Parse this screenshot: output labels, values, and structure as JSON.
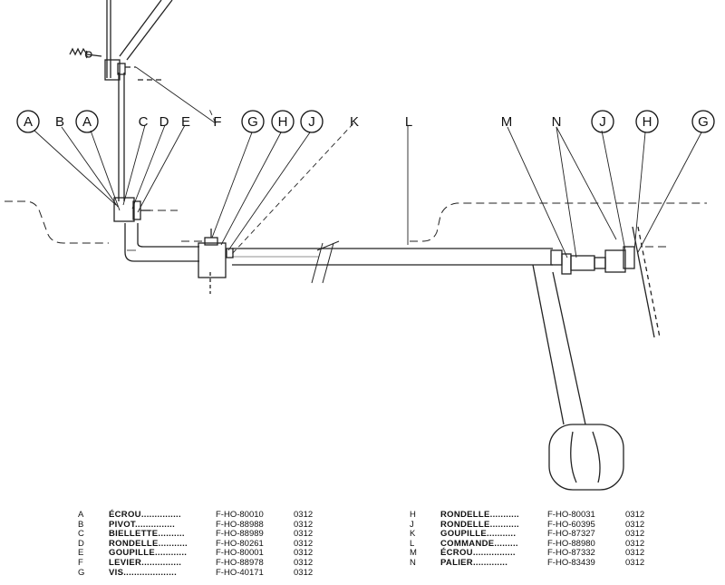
{
  "callouts": {
    "A1": "A",
    "B": "B",
    "A2": "A",
    "C": "C",
    "D": "D",
    "E": "E",
    "F": "F",
    "G1": "G",
    "H1": "H",
    "J1": "J",
    "K": "K",
    "L": "L",
    "M": "M",
    "N": "N",
    "J2": "J",
    "H2": "H",
    "G2": "G"
  },
  "legend_left": [
    {
      "code": "A",
      "name": "ÉCROU",
      "dots": "...............",
      "ref": "F-HO-80010",
      "qty": "0312"
    },
    {
      "code": "B",
      "name": "PIVOT",
      "dots": "...............",
      "ref": "F-HO-88988",
      "qty": "0312"
    },
    {
      "code": "C",
      "name": "BIELLETTE",
      "dots": "..........",
      "ref": "F-HO-88989",
      "qty": "0312"
    },
    {
      "code": "D",
      "name": "RONDELLE",
      "dots": "...........",
      "ref": "F-HO-80261",
      "qty": "0312"
    },
    {
      "code": "E",
      "name": "GOUPILLE",
      "dots": "............",
      "ref": "F-HO-80001",
      "qty": "0312"
    },
    {
      "code": "F",
      "name": "LEVIER",
      "dots": "...............",
      "ref": "F-HO-88978",
      "qty": "0312"
    },
    {
      "code": "G",
      "name": "VIS",
      "dots": "....................",
      "ref": "F-HO-40171",
      "qty": "0312"
    }
  ],
  "legend_right": [
    {
      "code": "H",
      "name": "RONDELLE",
      "dots": "...........",
      "ref": "F-HO-80031",
      "qty": "0312"
    },
    {
      "code": "J",
      "name": "RONDELLE",
      "dots": "...........",
      "ref": "F-HO-60395",
      "qty": "0312"
    },
    {
      "code": "K",
      "name": "GOUPILLE",
      "dots": "...........",
      "ref": "F-HO-87327",
      "qty": "0312"
    },
    {
      "code": "L",
      "name": "COMMANDE",
      "dots": ".........",
      "ref": "F-HO-88980",
      "qty": "0312"
    },
    {
      "code": "M",
      "name": "ÉCROU",
      "dots": "................",
      "ref": "F-HO-87332",
      "qty": "0312"
    },
    {
      "code": "N",
      "name": "PALIER",
      "dots": ".............",
      "ref": "F-HO-83439",
      "qty": "0312"
    }
  ]
}
